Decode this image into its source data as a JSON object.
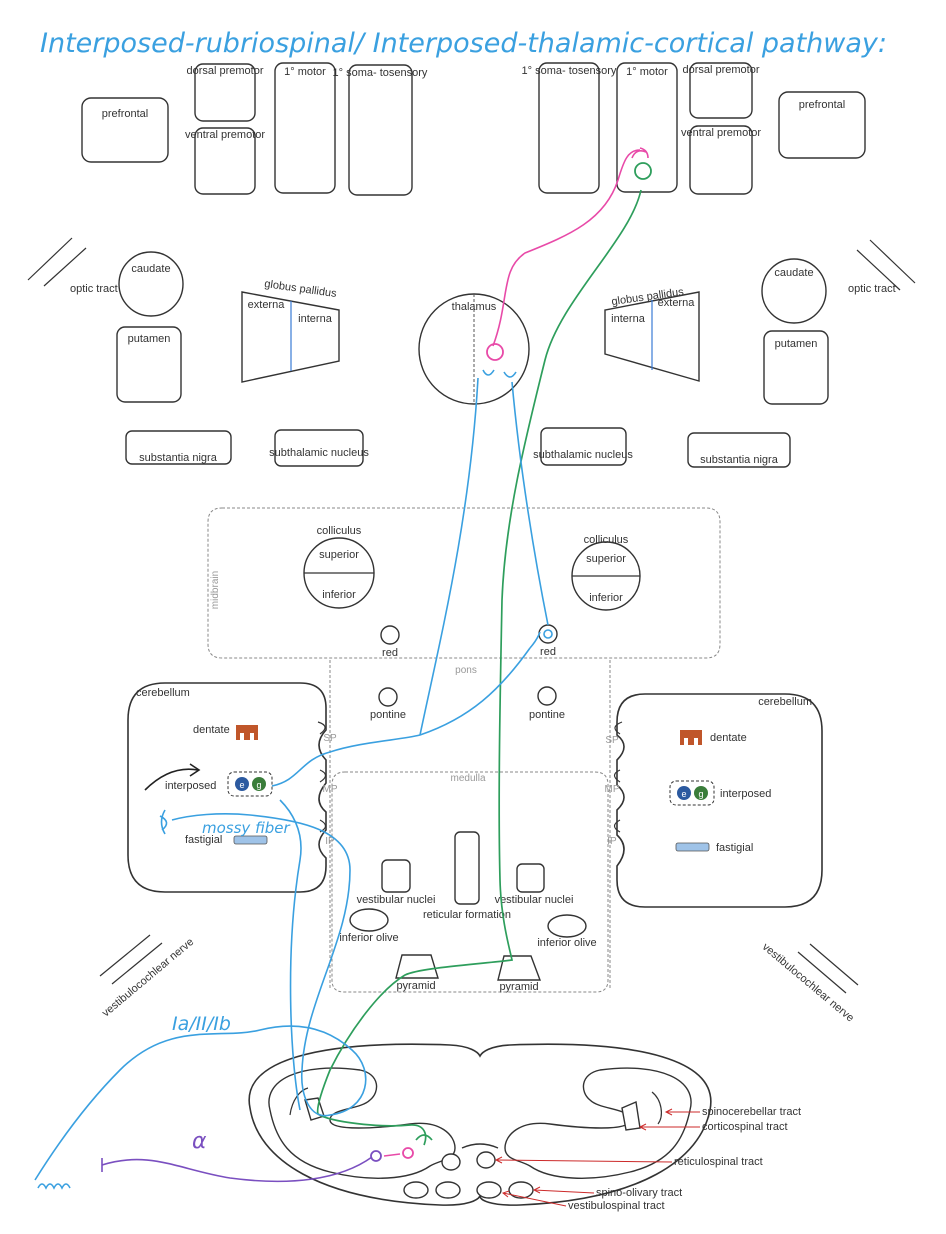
{
  "title": "Interposed-rubriospinal/ Interposed-thalamic-cortical pathway:",
  "colors": {
    "title": "#3aa0e0",
    "blue_path": "#3aa0e0",
    "green_path": "#2e9e5c",
    "pink_path": "#e84aa8",
    "purple_path": "#7a4fc0",
    "red_arrows": "#cc2a2a",
    "dentate": "#c0562a",
    "fastigial": "#9fc3e8"
  },
  "cortex": {
    "left": {
      "prefrontal": "prefrontal",
      "dorsal": "dorsal premotor",
      "ventral": "ventral premotor",
      "motor": "1° motor",
      "soma": "1° soma- tosensory"
    },
    "right": {
      "prefrontal": "prefrontal",
      "dorsal": "dorsal premotor",
      "ventral": "ventral premotor",
      "motor": "1° motor",
      "soma": "1° soma- tosensory"
    }
  },
  "basal": {
    "caudate": "caudate",
    "putamen": "putamen",
    "globus": "globus pallidus",
    "externa": "externa",
    "interna": "interna",
    "optic": "optic tract",
    "sn": "substantia nigra",
    "stn": "subthalamic nucleus",
    "thalamus": "thalamus"
  },
  "midbrain": {
    "label": "midbrain",
    "colliculus": "colliculus",
    "superior": "superior",
    "inferior": "inferior",
    "red": "red"
  },
  "pons": {
    "label": "pons",
    "pontine": "pontine"
  },
  "medulla": {
    "label": "medulla",
    "vestibular": "vestibular nuclei",
    "reticular": "reticular formation",
    "olive": "inferior olive",
    "pyramid": "pyramid"
  },
  "cerebellum": {
    "label": "cerebellum",
    "dentate": "dentate",
    "interposed": "interposed",
    "fastigial": "fastigial",
    "sp": "SP",
    "mp": "MP",
    "ip": "IP",
    "e": "e",
    "g": "g"
  },
  "nerve": "vestibulocochlear nerve",
  "annotations": {
    "mossy": "mossy fiber",
    "ia": "Ia/II/Ib",
    "alpha": "α"
  },
  "tracts": [
    "spinocerebellar tract",
    "corticospinal tract",
    "reticulospinal tract",
    "spino-olivary tract",
    "vestibulospinal tract"
  ]
}
